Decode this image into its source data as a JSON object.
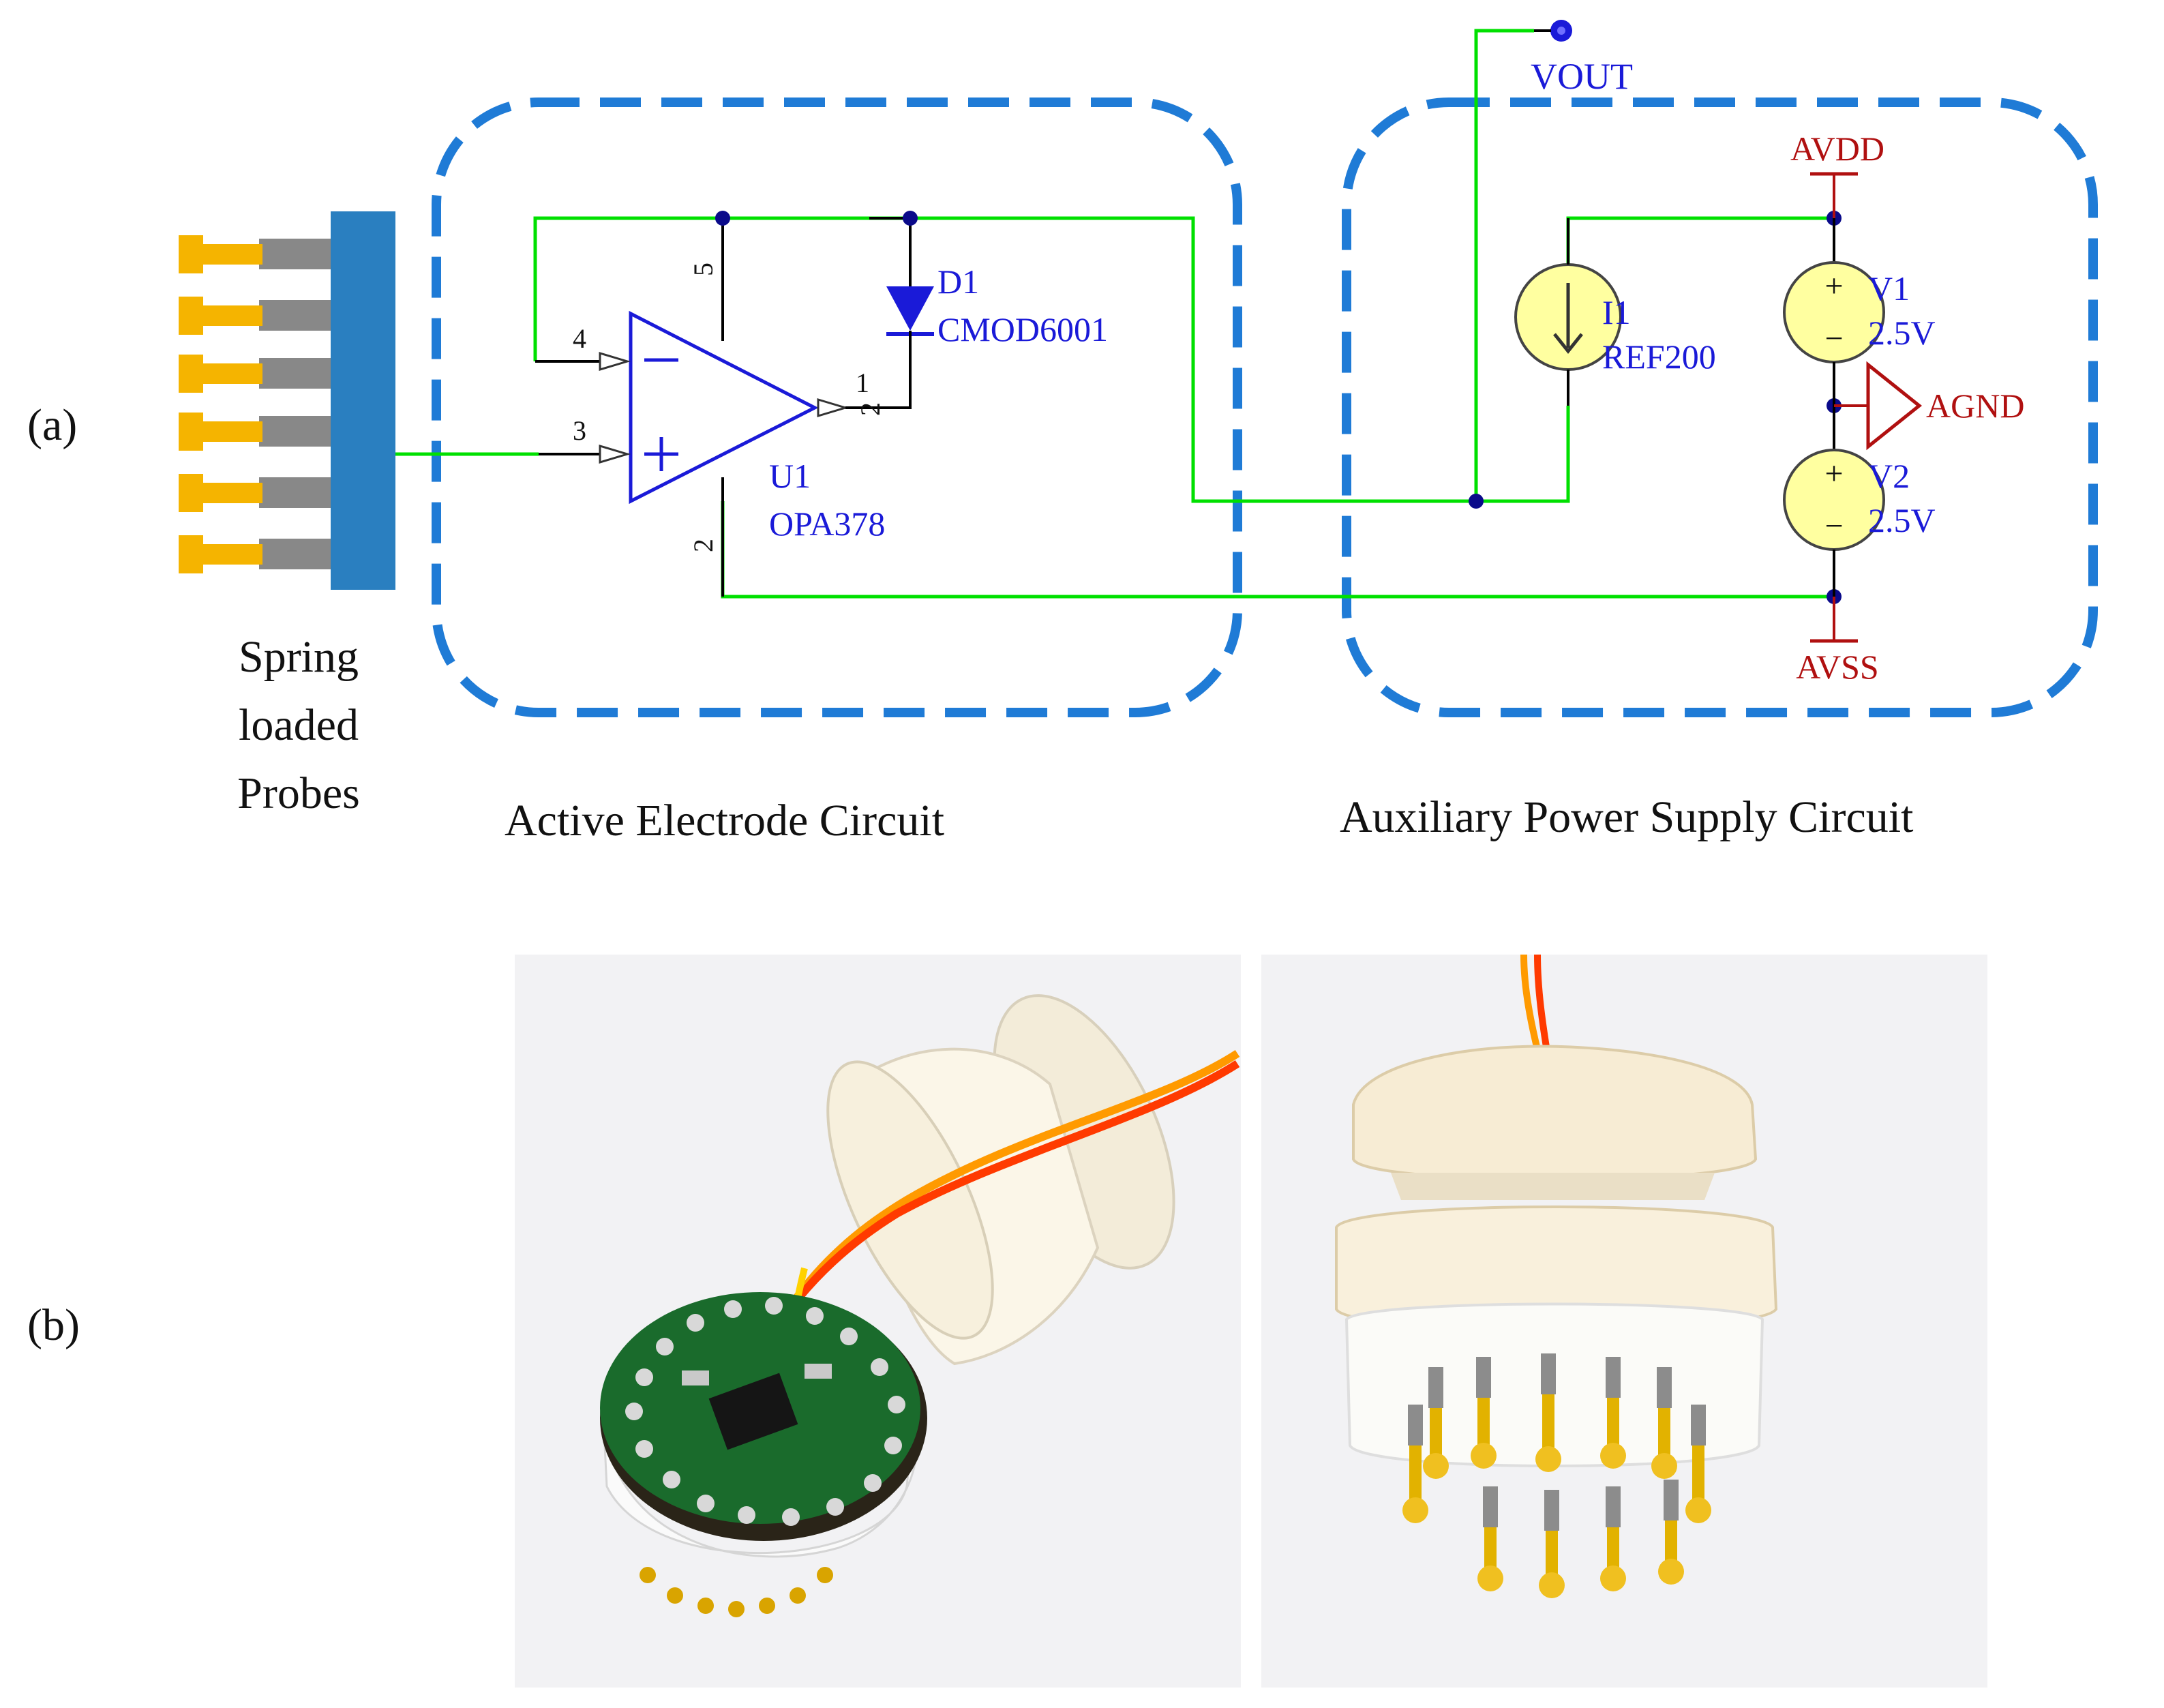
{
  "panels": {
    "a_label": "(a)",
    "b_label": "(b)"
  },
  "probe_label": [
    "Spring",
    "loaded",
    "Probes"
  ],
  "sections": {
    "active": "Active Electrode Circuit",
    "aux": "Auxiliary  Power  Supply Circuit"
  },
  "components": {
    "opamp_ref": "U1",
    "opamp_part": "OPA378",
    "diode_ref": "D1",
    "diode_part": "CMOD6001",
    "src_ref": "I1",
    "src_part": "REF200",
    "v1_ref": "V1",
    "v1_val": "2.5V",
    "v2_ref": "V2",
    "v2_val": "2.5V"
  },
  "nets": {
    "vout": "VOUT",
    "avdd": "AVDD",
    "avss": "AVSS",
    "agnd": "AGND"
  },
  "pins": {
    "p5": "5",
    "p4": "4",
    "p3": "3",
    "p2": "2",
    "p1": "1",
    "d2": "2"
  },
  "colors": {
    "net_label": "#b01010",
    "component_label": "#1a1ad8",
    "wire": "#00e000",
    "section_box": "#1f7bd6",
    "probe_connector": "#2a7fc0",
    "probe_tip": "#f5b400",
    "probe_body": "#888888",
    "source_fill": "#ffffa0"
  },
  "photos": {
    "left": "photo-disassembled-electrode",
    "right": "photo-assembled-electrode"
  }
}
